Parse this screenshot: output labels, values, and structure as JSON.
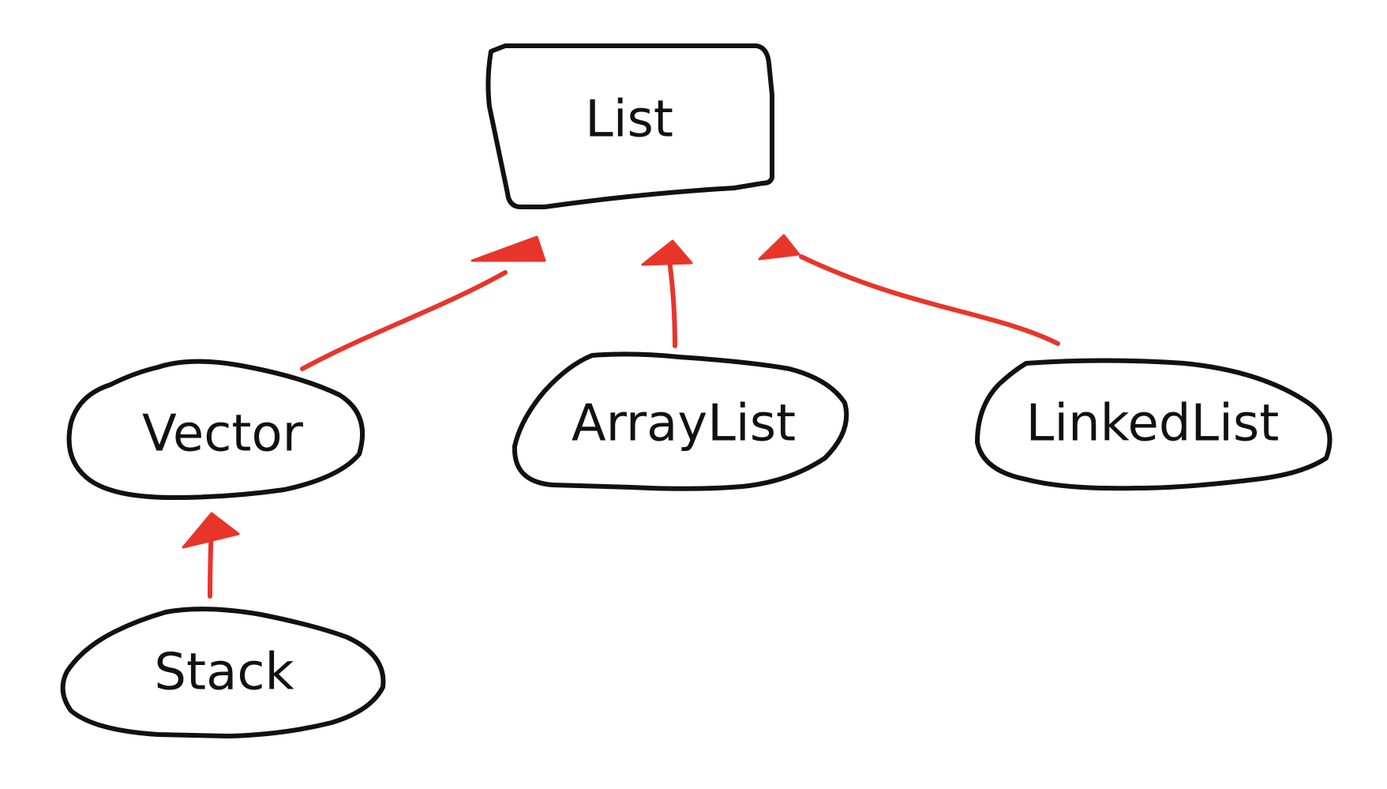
{
  "colors": {
    "ink": "#111111",
    "arrow": "#e8352a",
    "background": "#ffffff"
  },
  "nodes": {
    "list": {
      "label": "List",
      "shape": "rectangle"
    },
    "vector": {
      "label": "Vector",
      "shape": "ellipse"
    },
    "arraylist": {
      "label": "ArrayList",
      "shape": "ellipse"
    },
    "linkedlist": {
      "label": "LinkedList",
      "shape": "ellipse"
    },
    "stack": {
      "label": "Stack",
      "shape": "ellipse"
    }
  },
  "edges": [
    {
      "from": "Vector",
      "to": "List"
    },
    {
      "from": "ArrayList",
      "to": "List"
    },
    {
      "from": "LinkedList",
      "to": "List"
    },
    {
      "from": "Stack",
      "to": "Vector"
    }
  ]
}
